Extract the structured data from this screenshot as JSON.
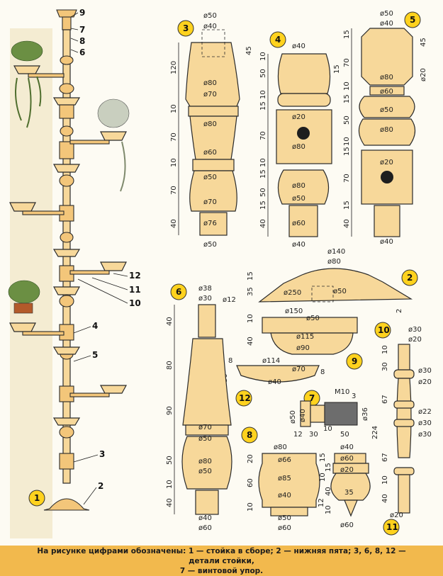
{
  "caption": {
    "line1": "На рисунке цифрами обозначены: 1 — стойка в сборе; 2 — нижняя пята; 3, 6, 8, 12 — детали стойки,",
    "line2": "7 — винтовой упор."
  },
  "callouts": {
    "n1": "1",
    "n2": "2",
    "n3": "3",
    "n4": "4",
    "n5": "5",
    "n6": "6",
    "n7": "7",
    "n8": "8",
    "n9": "9",
    "n10": "10",
    "n11": "11",
    "n12": "12"
  },
  "assembly_labels": {
    "l9": "9",
    "l7": "7",
    "l8": "8",
    "l6": "6",
    "l12": "12",
    "l11": "11",
    "l10": "10",
    "l4": "4",
    "l5": "5",
    "l3": "3",
    "l2": "2"
  },
  "part3": {
    "d50": "ø50",
    "d40": "ø40",
    "d80": "ø80",
    "d70": "ø70",
    "d80b": "ø80",
    "d60": "ø60",
    "d50b": "ø50",
    "d70b": "ø70",
    "d76": "ø76",
    "d50c": "ø50",
    "h120": "120",
    "h10a": "10",
    "h70a": "70",
    "h10b": "10",
    "h70b": "70",
    "h40": "40",
    "h45": "45"
  },
  "part4": {
    "d40": "ø40",
    "d20": "ø20",
    "d80": "ø80",
    "d80b": "ø80",
    "d50": "ø50",
    "d60": "ø60",
    "d40b": "ø40",
    "h10": "10",
    "h50": "50",
    "h10b": "10",
    "h15": "15",
    "h70": "70",
    "h10c": "10",
    "h15b": "15",
    "h50b": "50",
    "h15c": "15",
    "h40": "40",
    "h15d": "15"
  },
  "part5": {
    "d50": "ø50",
    "d40": "ø40",
    "d80": "ø80",
    "d60": "ø60",
    "d50b": "ø50",
    "d80b": "ø80",
    "d20": "ø20",
    "d40b": "ø40",
    "d20b": "ø20",
    "h15": "15",
    "h70": "70",
    "h10": "10",
    "h15b": "15",
    "h50": "50",
    "h10b": "10",
    "h15c": "15",
    "h70b": "70",
    "h15d": "15",
    "h40": "40",
    "h45": "45"
  },
  "part2": {
    "d140": "ø140",
    "d80": "ø80",
    "d250": "ø250",
    "d50": "ø50",
    "h15": "15",
    "h35": "35",
    "h2": "2"
  },
  "part6": {
    "d38": "ø38",
    "d30": "ø30",
    "d12": "ø12",
    "d70": "ø70",
    "d50": "ø50",
    "d80": "ø80",
    "d50b": "ø50",
    "d40": "ø40",
    "d60": "ø60",
    "h40": "40",
    "h80": "80",
    "h90": "90",
    "h50": "50",
    "h10": "10",
    "h40b": "40"
  },
  "part9": {
    "d150": "ø150",
    "d50": "ø50",
    "d115": "ø115",
    "d90": "ø90",
    "h10": "10",
    "h40": "40"
  },
  "part12": {
    "d114": "ø114",
    "d70": "ø70",
    "d40": "ø40",
    "h8": "8",
    "h30": "30",
    "h8b": "8"
  },
  "part7": {
    "m10": "M10",
    "d50": "ø50",
    "d40": "ø40",
    "d36": "ø36",
    "w12": "12",
    "w30": "30",
    "w10": "10",
    "w50": "50",
    "w3": "3"
  },
  "part8": {
    "d80": "ø80",
    "d66": "ø66",
    "d85": "ø85",
    "d40": "ø40",
    "d50": "ø50",
    "d60": "ø60",
    "h20": "20",
    "h60": "60",
    "h10": "10"
  },
  "part11": {
    "d40": "ø40",
    "d60": "ø60",
    "d20": "ø20",
    "d35": "35",
    "d60b": "ø60",
    "h15": "15",
    "h15b": "15",
    "h10": "10",
    "h40": "40",
    "h12": "12",
    "h10b": "10"
  },
  "part10": {
    "d30": "ø30",
    "d20": "ø20",
    "d30b": "ø30",
    "d20b": "ø20",
    "d22": "ø22",
    "d30c": "ø30",
    "d30d": "ø30",
    "d20c": "ø20",
    "h10": "10",
    "h30": "30",
    "h67": "67",
    "h224": "224",
    "h67b": "67",
    "h10b": "10",
    "h40": "40"
  }
}
